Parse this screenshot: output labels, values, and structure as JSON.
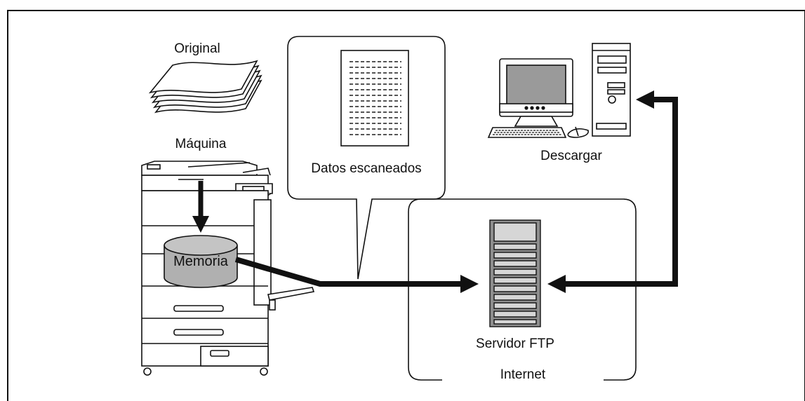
{
  "labels": {
    "original": "Original",
    "machine": "Máquina",
    "memory": "Memoria",
    "scanned_data": "Datos escaneados",
    "download": "Descargar",
    "ftp_server": "Servidor FTP",
    "internet": "Internet"
  },
  "colors": {
    "line": "#111111",
    "cylinder": "#b0b0b0",
    "monitor_screen": "#9a9a9a",
    "server_dark": "#8e8e8e",
    "server_light": "#d6d6d6"
  },
  "icons": [
    "paper-stack-icon",
    "copier-icon",
    "memory-cylinder-icon",
    "document-icon",
    "desktop-computer-icon",
    "server-tower-icon"
  ]
}
